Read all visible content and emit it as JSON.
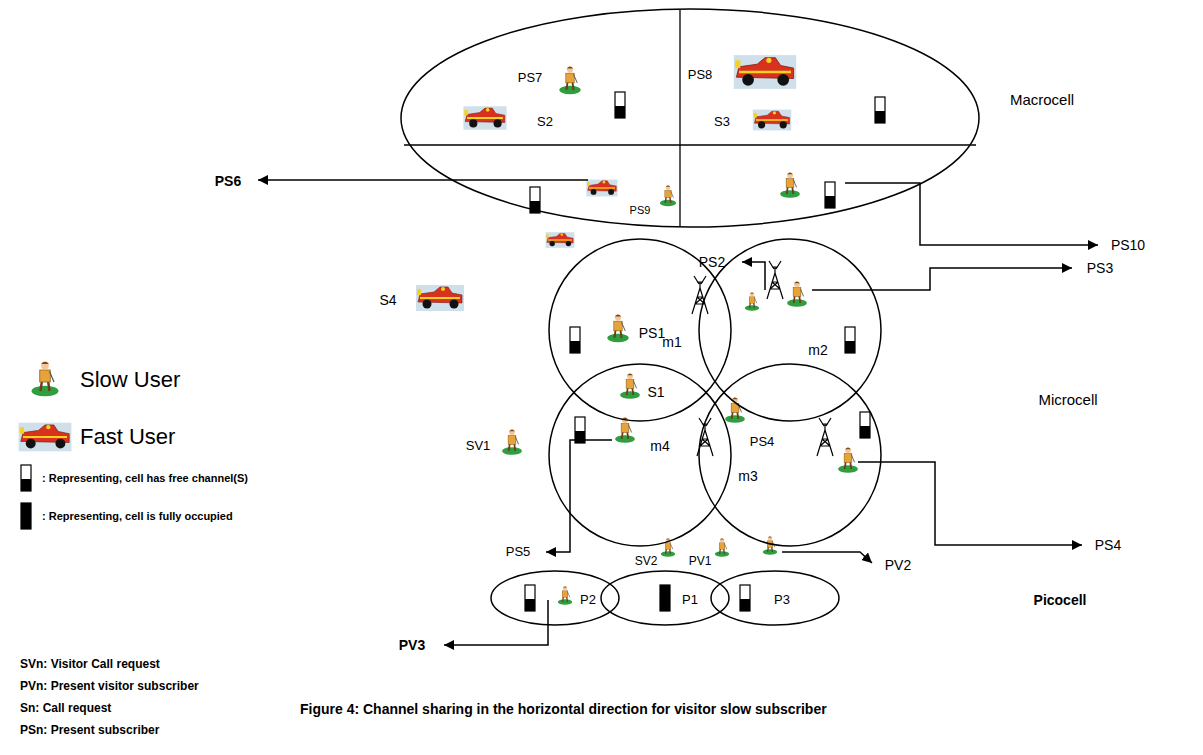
{
  "diagram": {
    "caption": "Figure 4: Channel sharing in the horizontal direction for visitor slow subscriber",
    "nodes": [
      {
        "text": [
          "Macrocell"
        ]
      },
      {
        "text": [
          "m1"
        ]
      },
      {
        "text": [
          "m2"
        ]
      },
      {
        "text": [
          "m4"
        ]
      },
      {
        "text": [
          "m3"
        ]
      },
      {
        "text": [
          "P2"
        ]
      },
      {
        "text": [
          "P1"
        ]
      },
      {
        "text": [
          "P3"
        ]
      }
    ],
    "labels": [
      "PS7",
      "S2",
      "PS8",
      "S3",
      "PS6",
      "PS9",
      "PS10",
      "S4",
      "PS2",
      "PS3",
      "PS1",
      "Microcell",
      "S1",
      "SV1",
      "PS4",
      "PS5",
      "PS4",
      "SV2",
      "PV1",
      "PV2",
      "Picocell",
      "PV3",
      "SVn: Visitor Call request",
      "PVn: Present visitor subscriber",
      "Sn: Call request",
      "PSn: Present subscriber"
    ],
    "legend": [
      {
        "text": "Slow User"
      },
      {
        "text": "Fast User"
      },
      {
        "text": ": Representing, cell has free channel(S)"
      },
      {
        "text": ": Representing, cell is fully occupied"
      }
    ]
  }
}
